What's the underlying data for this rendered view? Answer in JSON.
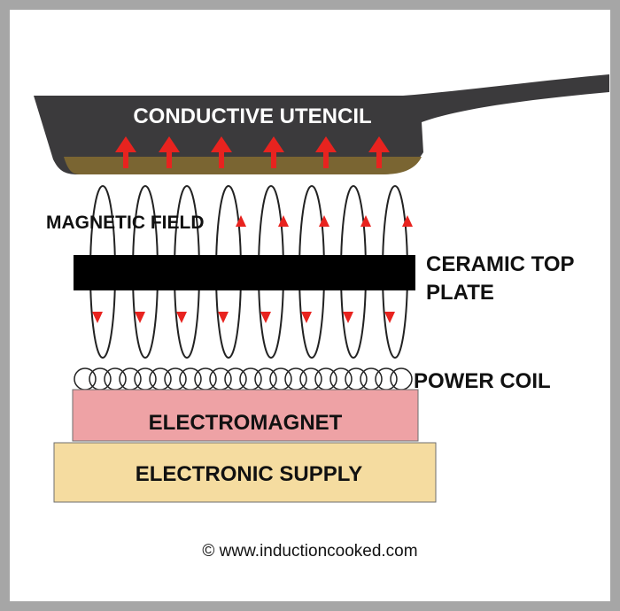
{
  "labels": {
    "utensil": "CONDUCTIVE UTENCIL",
    "magnetic_field": "MAGNETIC FIELD",
    "ceramic_line1": "CERAMIC TOP",
    "ceramic_line2": "PLATE",
    "power_coil": "POWER COIL",
    "electromagnet": "ELECTROMAGNET",
    "supply": "ELECTRONIC SUPPLY",
    "credit": "© www.inductioncooked.com"
  },
  "colors": {
    "pan": "#3b3a3c",
    "pan_base": "#7a6532",
    "arrow": "#e8231f",
    "plate": "#000000",
    "electromagnet": "#eea2a5",
    "supply": "#f5dca0",
    "frame": "#a6a6a6"
  }
}
